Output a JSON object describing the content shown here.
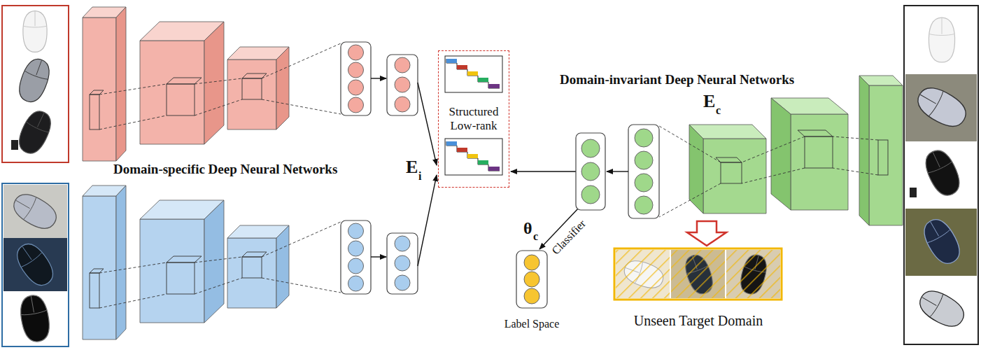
{
  "diagram": {
    "nodes": [
      {
        "text": [
          "Structured Low-rank"
        ]
      },
      {
        "text": [
          "Label Space"
        ]
      },
      {
        "text": [
          "Unseen Target Domain"
        ]
      }
    ],
    "labels": [
      "Domain-invariant Deep Neural Networks",
      "E",
      "c",
      "Domain-specific Deep Neural Networks",
      "E",
      "i",
      "θ",
      "c",
      "Classifier"
    ]
  }
}
